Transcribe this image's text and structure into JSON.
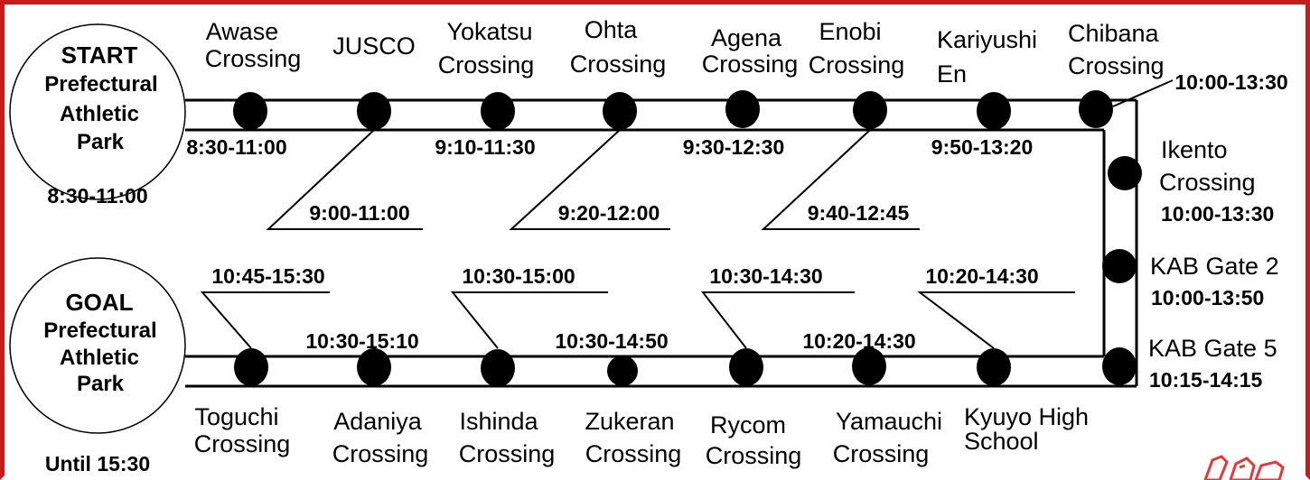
{
  "start": {
    "title": "START",
    "lines": [
      "Prefectural",
      "Athletic",
      "Park"
    ],
    "time": "8:30-11:00"
  },
  "goal": {
    "title": "GOAL",
    "lines": [
      "Prefectural",
      "Athletic",
      "Park"
    ],
    "time": "Until 15:30"
  },
  "top_stations": [
    {
      "id": "awase",
      "lines": [
        "Awase",
        "Crossing"
      ]
    },
    {
      "id": "jusco",
      "lines": [
        "JUSCO"
      ]
    },
    {
      "id": "yokatsu",
      "lines": [
        "Yokatsu",
        "Crossing"
      ]
    },
    {
      "id": "ohta",
      "lines": [
        "Ohta",
        "Crossing"
      ]
    },
    {
      "id": "agena",
      "lines": [
        "Agena",
        "Crossing"
      ]
    },
    {
      "id": "enobi",
      "lines": [
        "Enobi",
        "Crossing"
      ]
    },
    {
      "id": "kariyushi",
      "lines": [
        "Kariyushi",
        "En"
      ]
    },
    {
      "id": "chibana",
      "lines": [
        "Chibana",
        "Crossing"
      ]
    }
  ],
  "top_times_below": [
    "8:30-11:00",
    "9:10-11:30",
    "9:30-12:30",
    "9:50-13:20"
  ],
  "top_callouts": [
    "9:00-11:00",
    "9:20-12:00",
    "9:40-12:45"
  ],
  "chibana_time": "10:00-13:30",
  "right_stations": [
    {
      "id": "ikento",
      "lines": [
        "Ikento",
        "Crossing"
      ],
      "time": "10:00-13:30"
    },
    {
      "id": "kab2",
      "lines": [
        "KAB Gate 2"
      ],
      "time": "10:00-13:50"
    },
    {
      "id": "kab5",
      "lines": [
        "KAB Gate 5"
      ],
      "time": "10:15-14:15"
    }
  ],
  "bottom_stations": [
    {
      "id": "toguchi",
      "lines": [
        "Toguchi",
        "Crossing"
      ]
    },
    {
      "id": "adaniya",
      "lines": [
        "Adaniya",
        "Crossing"
      ]
    },
    {
      "id": "ishinda",
      "lines": [
        "Ishinda",
        "Crossing"
      ]
    },
    {
      "id": "zukeran",
      "lines": [
        "Zukeran",
        "Crossing"
      ]
    },
    {
      "id": "rycom",
      "lines": [
        "Rycom",
        "Crossing"
      ]
    },
    {
      "id": "yamauchi",
      "lines": [
        "Yamauchi",
        "Crossing"
      ]
    },
    {
      "id": "kyuyo",
      "lines": [
        "Kyuyo High",
        "School"
      ]
    }
  ],
  "bottom_times_above": [
    "10:30-15:10",
    "10:30-14:50",
    "10:20-14:30"
  ],
  "bottom_callouts": [
    "10:45-15:30",
    "10:30-15:00",
    "10:30-14:30",
    "10:20-14:30"
  ],
  "colors": {
    "frame": "#c81b1b",
    "ink": "#000000",
    "logo": "#e23a3a"
  }
}
